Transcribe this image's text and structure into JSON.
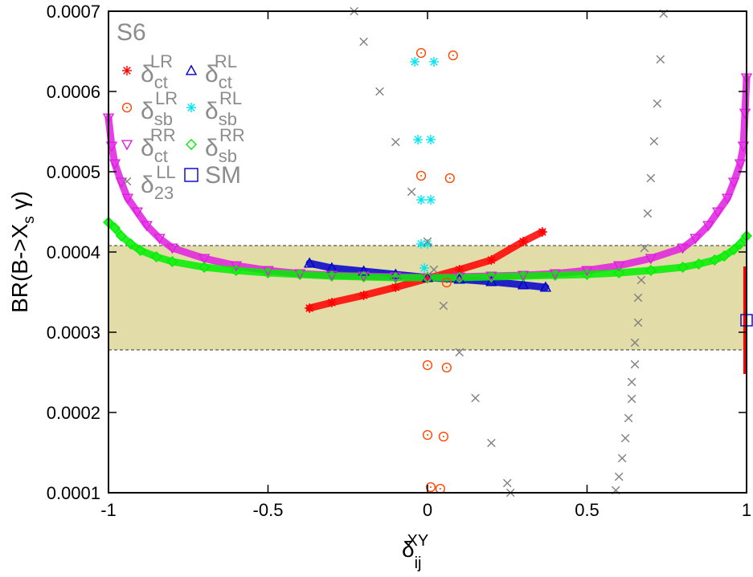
{
  "chart_data": {
    "type": "scatter",
    "title": "",
    "scenario_label": "S6",
    "xlabel": {
      "main": "δ",
      "sub": "ij",
      "sup": "XY"
    },
    "ylabel": {
      "pre": "BR(B->X",
      "sub": "s",
      "post": " γ)"
    },
    "xlim": [
      -1,
      1
    ],
    "ylim": [
      0.0001,
      0.0007
    ],
    "x_ticks": [
      "-1",
      "-0.5",
      "0",
      "0.5",
      "1"
    ],
    "y_ticks": [
      "0.0001",
      "0.0002",
      "0.0003",
      "0.0004",
      "0.0005",
      "0.0006",
      "0.0007"
    ],
    "grid": false,
    "legend_position": "top-left",
    "experimental_band": {
      "ymin": 0.000278,
      "ymax": 0.000408,
      "color": "#e2dca8"
    },
    "series": [
      {
        "name_main": "δ",
        "name_sub": "ct",
        "name_sup": "LR",
        "marker": "asterisk",
        "color": "#ff0000",
        "points": [
          [
            -0.37,
            0.00033
          ],
          [
            -0.3,
            0.000337
          ],
          [
            -0.2,
            0.000346
          ],
          [
            -0.1,
            0.000356
          ],
          [
            0.0,
            0.000367
          ],
          [
            0.1,
            0.000378
          ],
          [
            0.2,
            0.00039
          ],
          [
            0.3,
            0.000413
          ],
          [
            0.36,
            0.000425
          ]
        ]
      },
      {
        "name_main": "δ",
        "name_sub": "ct",
        "name_sup": "RL",
        "marker": "triangle-up",
        "color": "#0000cc",
        "points": [
          [
            -0.37,
            0.000386
          ],
          [
            -0.3,
            0.00038
          ],
          [
            -0.2,
            0.000376
          ],
          [
            -0.1,
            0.000372
          ],
          [
            0.0,
            0.000368
          ],
          [
            0.1,
            0.000366
          ],
          [
            0.2,
            0.000363
          ],
          [
            0.3,
            0.000359
          ],
          [
            0.37,
            0.000356
          ]
        ]
      },
      {
        "name_main": "δ",
        "name_sub": "sb",
        "name_sup": "LR",
        "marker": "circle",
        "color": "#ff4500",
        "points": [
          [
            -0.02,
            0.000648
          ],
          [
            0.08,
            0.000645
          ],
          [
            -0.02,
            0.000495
          ],
          [
            0.07,
            0.000492
          ],
          [
            0.06,
            0.000362
          ],
          [
            0.0,
            0.000259
          ],
          [
            0.06,
            0.000256
          ],
          [
            0.0,
            0.000172
          ],
          [
            0.05,
            0.00017
          ],
          [
            0.01,
            0.000107
          ],
          [
            0.04,
            0.000105
          ]
        ]
      },
      {
        "name_main": "δ",
        "name_sub": "sb",
        "name_sup": "RL",
        "marker": "asterisk",
        "color": "#00e5ee",
        "points": [
          [
            -0.04,
            0.000637
          ],
          [
            0.02,
            0.000637
          ],
          [
            -0.03,
            0.00054
          ],
          [
            0.01,
            0.00054
          ],
          [
            -0.02,
            0.000465
          ],
          [
            0.01,
            0.000465
          ],
          [
            -0.02,
            0.00041
          ],
          [
            0.0,
            0.00041
          ],
          [
            -0.01,
            0.00038
          ]
        ]
      },
      {
        "name_main": "δ",
        "name_sub": "ct",
        "name_sup": "RR",
        "marker": "triangle-down",
        "color": "#e01ee0",
        "points": [
          [
            -1.0,
            0.000567
          ],
          [
            -0.99,
            0.000532
          ],
          [
            -0.98,
            0.00051
          ],
          [
            -0.96,
            0.000487
          ],
          [
            -0.94,
            0.000467
          ],
          [
            -0.91,
            0.00045
          ],
          [
            -0.88,
            0.000433
          ],
          [
            -0.84,
            0.000417
          ],
          [
            -0.8,
            0.000405
          ],
          [
            -0.7,
            0.000392
          ],
          [
            -0.6,
            0.000383
          ],
          [
            -0.5,
            0.000377
          ],
          [
            -0.4,
            0.000373
          ],
          [
            -0.3,
            0.000371
          ],
          [
            -0.2,
            0.00037
          ],
          [
            -0.1,
            0.000369
          ],
          [
            0.0,
            0.000368
          ],
          [
            0.1,
            0.000369
          ],
          [
            0.2,
            0.00037
          ],
          [
            0.3,
            0.000371
          ],
          [
            0.4,
            0.000373
          ],
          [
            0.5,
            0.000377
          ],
          [
            0.6,
            0.000383
          ],
          [
            0.7,
            0.000392
          ],
          [
            0.8,
            0.000405
          ],
          [
            0.84,
            0.000417
          ],
          [
            0.88,
            0.000433
          ],
          [
            0.91,
            0.00045
          ],
          [
            0.94,
            0.000467
          ],
          [
            0.96,
            0.000487
          ],
          [
            0.98,
            0.00051
          ],
          [
            0.99,
            0.000532
          ],
          [
            0.995,
            0.000573
          ],
          [
            1.0,
            0.000617
          ]
        ]
      },
      {
        "name_main": "δ",
        "name_sub": "sb",
        "name_sup": "RR",
        "marker": "diamond",
        "color": "#00ee00",
        "points": [
          [
            -1.0,
            0.000437
          ],
          [
            -0.98,
            0.00043
          ],
          [
            -0.96,
            0.00042
          ],
          [
            -0.93,
            0.00041
          ],
          [
            -0.9,
            0.000402
          ],
          [
            -0.85,
            0.000394
          ],
          [
            -0.8,
            0.000388
          ],
          [
            -0.7,
            0.000381
          ],
          [
            -0.6,
            0.000377
          ],
          [
            -0.5,
            0.000374
          ],
          [
            -0.4,
            0.000372
          ],
          [
            -0.3,
            0.00037
          ],
          [
            -0.2,
            0.000369
          ],
          [
            -0.1,
            0.000368
          ],
          [
            0.0,
            0.000368
          ],
          [
            0.1,
            0.000368
          ],
          [
            0.2,
            0.000369
          ],
          [
            0.3,
            0.00037
          ],
          [
            0.4,
            0.000371
          ],
          [
            0.5,
            0.000372
          ],
          [
            0.6,
            0.000374
          ],
          [
            0.7,
            0.000377
          ],
          [
            0.8,
            0.000381
          ],
          [
            0.85,
            0.000385
          ],
          [
            0.9,
            0.00039
          ],
          [
            0.93,
            0.000395
          ],
          [
            0.96,
            0.000403
          ],
          [
            0.98,
            0.00041
          ],
          [
            1.0,
            0.00042
          ]
        ]
      },
      {
        "name_main": "δ",
        "name_sub": "23",
        "name_sup": "LL",
        "marker": "cross",
        "color": "#808080",
        "points": [
          [
            -0.23,
            0.0007
          ],
          [
            -0.2,
            0.000662
          ],
          [
            -0.15,
            0.0006
          ],
          [
            -0.1,
            0.000537
          ],
          [
            -0.05,
            0.000475
          ],
          [
            0.0,
            0.000413
          ],
          [
            0.02,
            0.000378
          ],
          [
            0.05,
            0.000333
          ],
          [
            0.1,
            0.000275
          ],
          [
            0.15,
            0.000218
          ],
          [
            0.2,
            0.000162
          ],
          [
            0.25,
            0.000112
          ],
          [
            0.26,
            0.0001
          ],
          [
            0.74,
            0.000697
          ],
          [
            0.73,
            0.00064
          ],
          [
            0.72,
            0.000585
          ],
          [
            0.71,
            0.000538
          ],
          [
            0.7,
            0.000492
          ],
          [
            0.69,
            0.000448
          ],
          [
            0.68,
            0.000405
          ],
          [
            0.67,
            0.000365
          ],
          [
            0.66,
            0.000343
          ],
          [
            0.66,
            0.000312
          ],
          [
            0.65,
            0.000287
          ],
          [
            0.65,
            0.00026
          ],
          [
            0.64,
            0.000238
          ],
          [
            0.64,
            0.000217
          ],
          [
            0.63,
            0.000193
          ],
          [
            0.62,
            0.000168
          ],
          [
            0.61,
            0.000143
          ],
          [
            0.6,
            0.00012
          ],
          [
            0.59,
            0.000103
          ]
        ]
      }
    ],
    "sm_point": {
      "name": "SM",
      "marker": "square",
      "color": "#0000cc",
      "x": 1.0,
      "y": 0.000315,
      "err_low": 0.000248,
      "err_high": 0.000382,
      "err_color": "#ff0000"
    }
  }
}
